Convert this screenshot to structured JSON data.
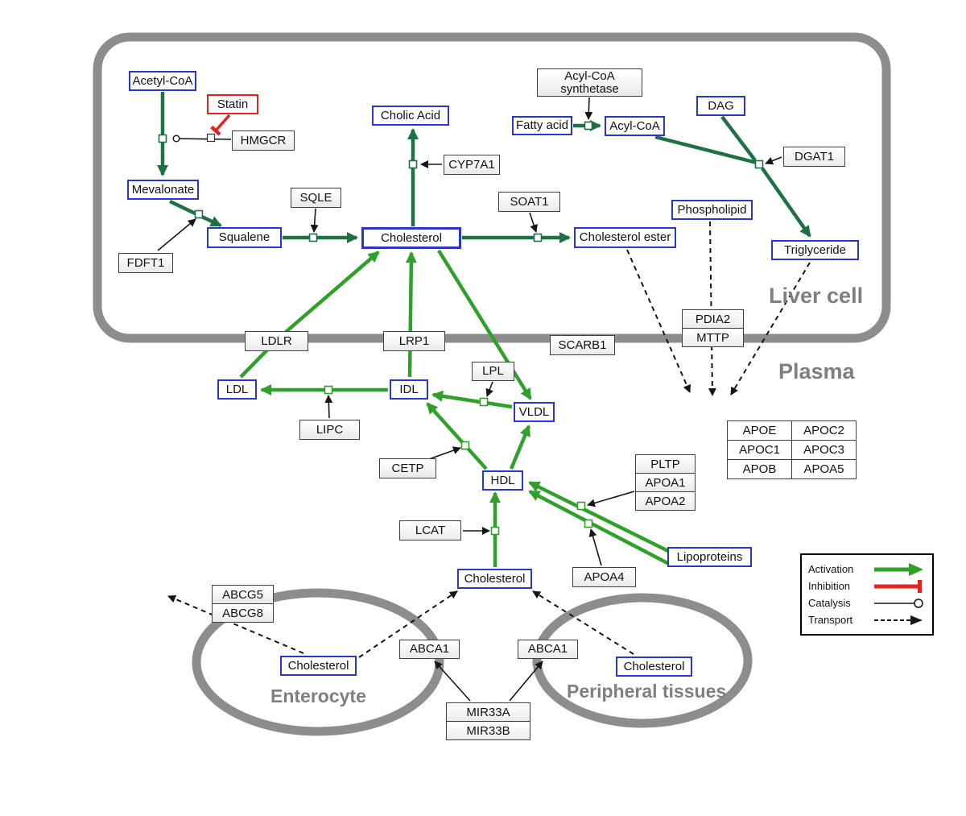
{
  "regions": {
    "liver": {
      "label": "Liver cell"
    },
    "plasma": {
      "label": "Plasma"
    },
    "enterocyte": {
      "label": "Enterocyte"
    },
    "peripheral": {
      "label": "Peripheral tissues"
    }
  },
  "nodes": {
    "acetyl_coa": {
      "label": "Acetyl-CoA"
    },
    "statin": {
      "label": "Statin"
    },
    "hmgcr": {
      "label": "HMGCR"
    },
    "mevalonate": {
      "label": "Mevalonate"
    },
    "fdft1": {
      "label": "FDFT1"
    },
    "squalene": {
      "label": "Squalene"
    },
    "sqle": {
      "label": "SQLE"
    },
    "cholesterol_liver": {
      "label": "Cholesterol"
    },
    "cholic_acid": {
      "label": "Cholic Acid"
    },
    "cyp7a1": {
      "label": "CYP7A1"
    },
    "soat1": {
      "label": "SOAT1"
    },
    "cholesterol_ester": {
      "label": "Cholesterol ester"
    },
    "acyl_coa_synthetase": {
      "label": "Acyl-CoA synthetase"
    },
    "fatty_acid": {
      "label": "Fatty acid"
    },
    "acyl_coa": {
      "label": "Acyl-CoA"
    },
    "dag": {
      "label": "DAG"
    },
    "dgat1": {
      "label": "DGAT1"
    },
    "phospholipid": {
      "label": "Phospholipid"
    },
    "triglyceride": {
      "label": "Triglyceride"
    },
    "ldlr": {
      "label": "LDLR"
    },
    "lrp1": {
      "label": "LRP1"
    },
    "scarb1": {
      "label": "SCARB1"
    },
    "pdia2": {
      "label": "PDIA2"
    },
    "mttp": {
      "label": "MTTP"
    },
    "ldl": {
      "label": "LDL"
    },
    "idl": {
      "label": "IDL"
    },
    "lipc": {
      "label": "LIPC"
    },
    "lpl": {
      "label": "LPL"
    },
    "vldl": {
      "label": "VLDL"
    },
    "cetp": {
      "label": "CETP"
    },
    "hdl": {
      "label": "HDL"
    },
    "pltp": {
      "label": "PLTP"
    },
    "apoa1": {
      "label": "APOA1"
    },
    "apoa2": {
      "label": "APOA2"
    },
    "lcat": {
      "label": "LCAT"
    },
    "apoa4": {
      "label": "APOA4"
    },
    "lipoproteins": {
      "label": "Lipoproteins"
    },
    "cholesterol_plasma": {
      "label": "Cholesterol"
    },
    "abcg5": {
      "label": "ABCG5"
    },
    "abcg8": {
      "label": "ABCG8"
    },
    "cholesterol_enterocyte": {
      "label": "Cholesterol"
    },
    "abca1_enterocyte": {
      "label": "ABCA1"
    },
    "abca1_peripheral": {
      "label": "ABCA1"
    },
    "cholesterol_peripheral": {
      "label": "Cholesterol"
    },
    "mir33a": {
      "label": "MIR33A"
    },
    "mir33b": {
      "label": "MIR33B"
    }
  },
  "apo_table": {
    "rows": [
      [
        "APOE",
        "APOC2"
      ],
      [
        "APOC1",
        "APOC3"
      ],
      [
        "APOB",
        "APOA5"
      ]
    ]
  },
  "legend": {
    "items": [
      {
        "label": "Activation",
        "type": "activation"
      },
      {
        "label": "Inhibition",
        "type": "inhibition"
      },
      {
        "label": "Catalysis",
        "type": "catalysis"
      },
      {
        "label": "Transport",
        "type": "transport"
      }
    ]
  },
  "colors": {
    "metabolite_border": "#2936cc",
    "green_dark": "#1e7145",
    "green_bright": "#2fa12b",
    "inhibition_red": "#e82020",
    "membrane_gray": "#8d8d8d",
    "region_label_gray": "#7f7f7f"
  }
}
